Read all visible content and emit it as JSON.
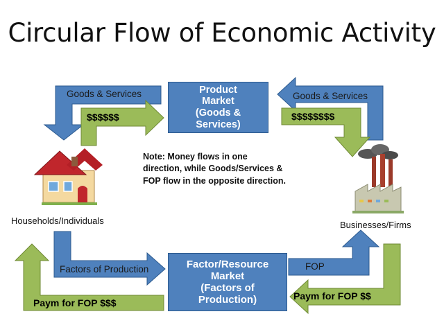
{
  "title": "Circular Flow of Economic Activity",
  "product_market": "Product\nMarket\n(Goods &\nServices)",
  "factor_market": "Factor/Resource\nMarket\n(Factors of\nProduction)",
  "labels": {
    "goods_left": "Goods & Services",
    "money_left": "$$$$$$",
    "goods_right": "Goods & Services",
    "money_right": "$$$$$$$$",
    "factors": "Factors of Production",
    "fop": "FOP",
    "paym_left": "Paym for FOP $$$",
    "paym_right": "Paym for FOP $$"
  },
  "note": "Note:  Money flows in one\ndirection, while Goods/Services &\nFOP flow in the opposite direction.",
  "households": "Households/Individuals",
  "businesses": "Businesses/Firms",
  "colors": {
    "blue": "#4f81bd",
    "green": "#9bbb59",
    "box": "#4f81bd"
  }
}
